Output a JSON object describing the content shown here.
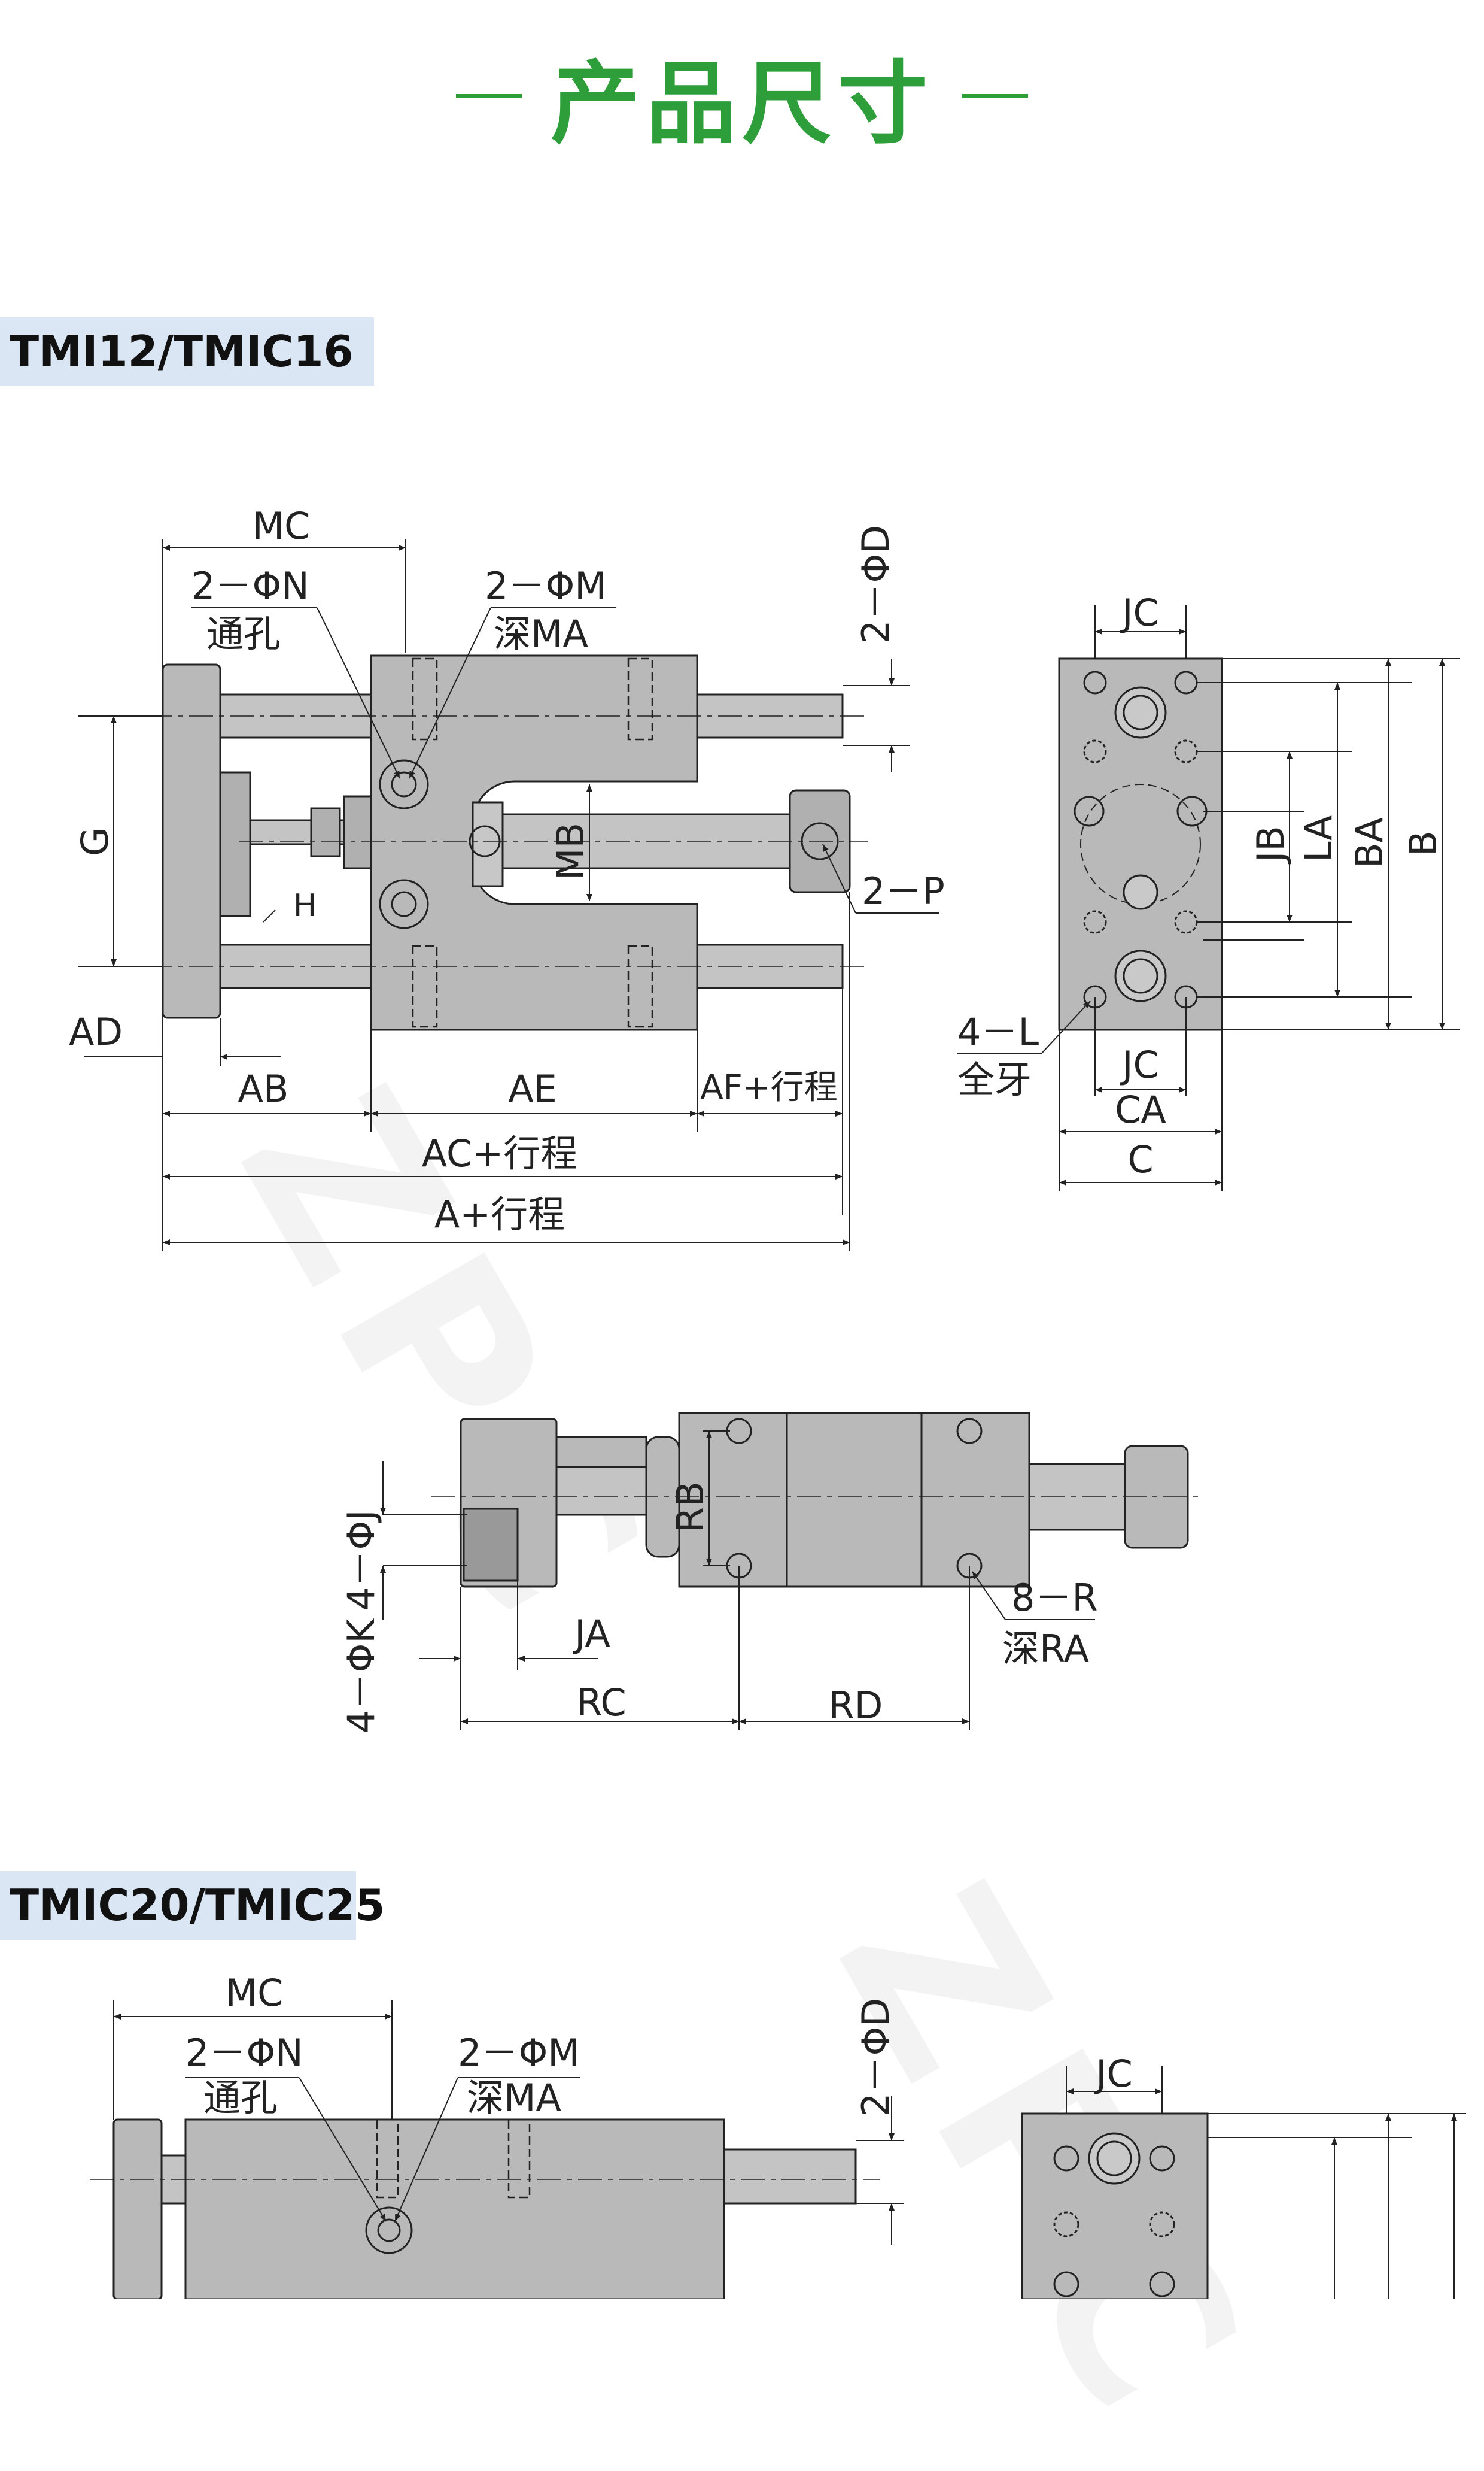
{
  "header": {
    "title": "产品尺寸"
  },
  "sections": [
    {
      "label": "TMI12/TMIC16"
    },
    {
      "label": "TMIC20/TMIC25"
    }
  ],
  "dims1": {
    "MC": "MC",
    "N": "2－ΦN",
    "N_sub": "通孔",
    "M": "2－ΦM",
    "M_sub": "深MA",
    "D": "2－ΦD",
    "G": "G",
    "MB": "MB",
    "H": "H",
    "P": "2－P",
    "AD": "AD",
    "AB": "AB",
    "AE": "AE",
    "AF": "AF+行程",
    "AC": "AC+行程",
    "A": "A+行程",
    "JC_top": "JC",
    "JB": "JB",
    "LA": "LA",
    "BA": "BA",
    "B": "B",
    "L": "4－L",
    "L_sub": "全牙",
    "JC_bot": "JC",
    "CA": "CA",
    "C": "C"
  },
  "dims2": {
    "J": "4－ΦJ",
    "K": "4－ΦK",
    "RB": "RB",
    "JA": "JA",
    "RC": "RC",
    "RD": "RD",
    "R": "8－R",
    "R_sub": "深RA"
  },
  "dims3": {
    "MC": "MC",
    "N": "2－ΦN",
    "N_sub": "通孔",
    "M": "2－ΦM",
    "M_sub": "深MA",
    "D": "2－ΦD",
    "JC": "JC"
  },
  "watermark": "ZPC",
  "colors": {
    "accent": "#2e9e3a",
    "label_bg": "#dbe6f5",
    "part_fill": "#b9b9b9",
    "line": "#222222"
  }
}
